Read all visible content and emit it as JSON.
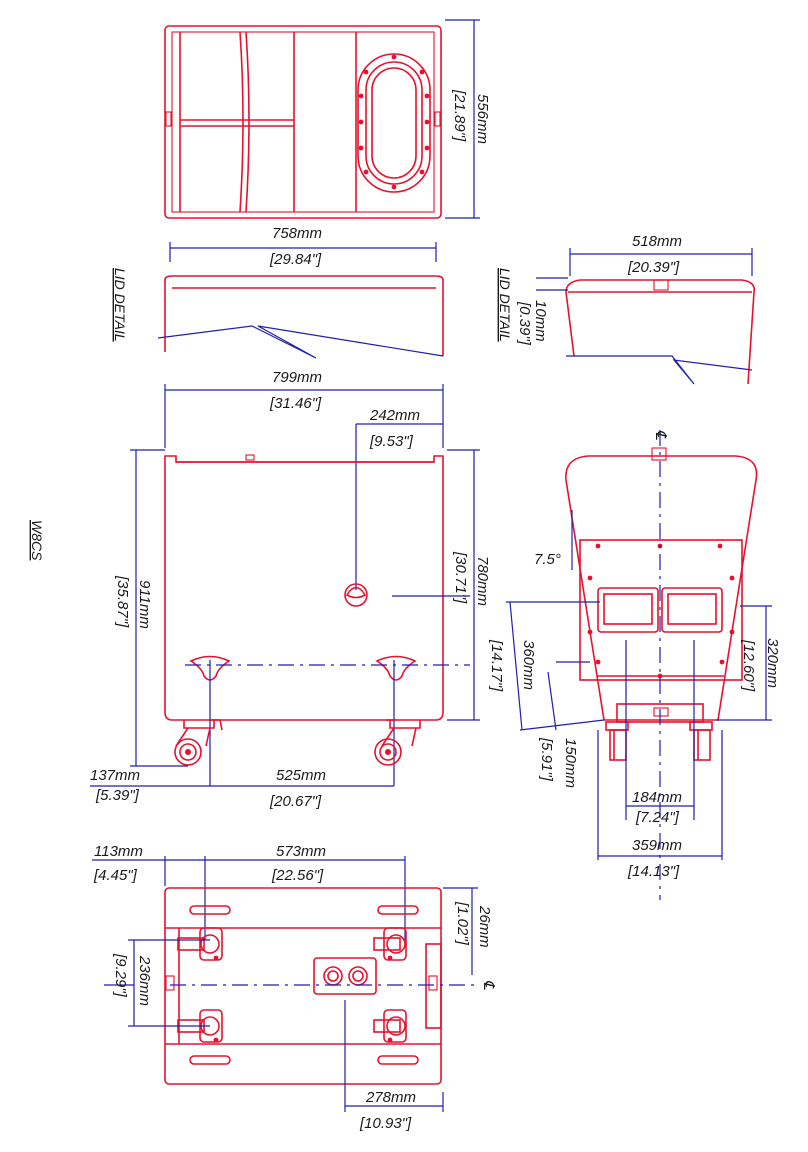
{
  "drawing": {
    "model": "W8CS",
    "labels": {
      "lid_detail_left": "LID DETAIL",
      "lid_detail_right": "LID DETAIL"
    },
    "centerline_symbol": "℄",
    "dimensions": {
      "top_depth_mm": "556mm",
      "top_depth_in": "[21.89\"]",
      "lid_width_mm": "758mm",
      "lid_width_in": "[29.84\"]",
      "side_lid_width_mm": "518mm",
      "side_lid_width_in": "[20.39\"]",
      "lid_thick_mm": "10mm",
      "lid_thick_in": "[0.39\"]",
      "front_width_mm": "799mm",
      "front_width_in": "[31.46\"]",
      "handle_offset_mm": "242mm",
      "handle_offset_in": "[9.53\"]",
      "total_height_mm": "911mm",
      "total_height_in": "[35.87\"]",
      "body_height_mm": "780mm",
      "body_height_in": "[30.71\"]",
      "caster_offset_mm": "137mm",
      "caster_offset_in": "[5.39\"]",
      "caster_spacing_mm": "525mm",
      "caster_spacing_in": "[20.67\"]",
      "angle": "7.5°",
      "side_h1_mm": "360mm",
      "side_h1_in": "[14.17\"]",
      "side_h2_mm": "150mm",
      "side_h2_in": "[5.91\"]",
      "side_panel_mm": "320mm",
      "side_panel_in": "[12.60\"]",
      "side_caster_mm": "184mm",
      "side_caster_in": "[7.24\"]",
      "side_width_mm": "359mm",
      "side_width_in": "[14.13\"]",
      "bottom_left_mm": "113mm",
      "bottom_left_in": "[4.45\"]",
      "bottom_span_mm": "573mm",
      "bottom_span_in": "[22.56\"]",
      "bottom_edge_mm": "26mm",
      "bottom_edge_in": "[1.02\"]",
      "bottom_depth_mm": "236mm",
      "bottom_depth_in": "[9.29\"]",
      "bottom_right_mm": "278mm",
      "bottom_right_in": "[10.93\"]"
    }
  }
}
